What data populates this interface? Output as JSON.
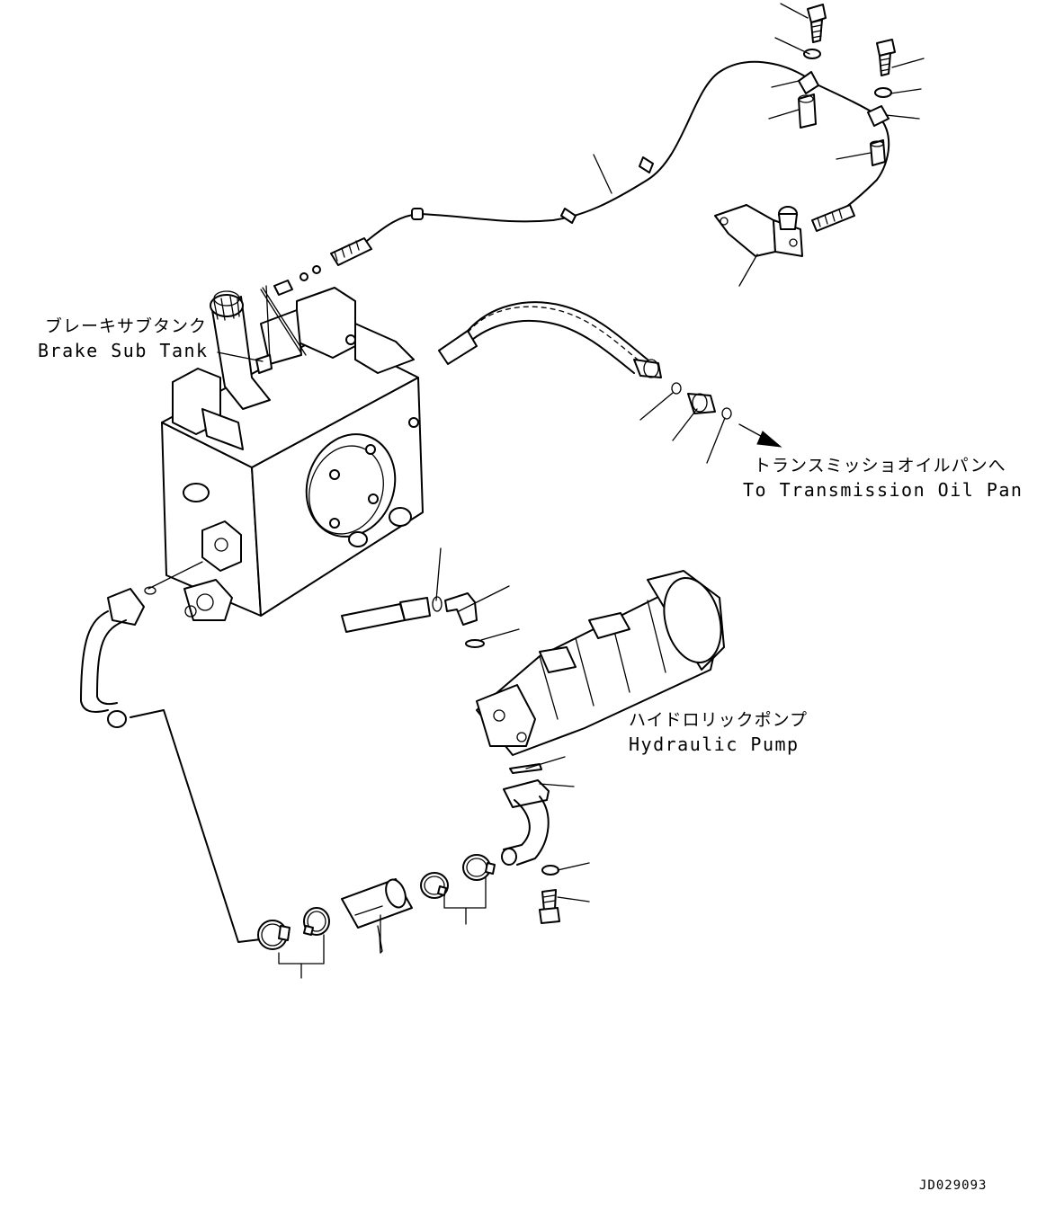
{
  "labels": {
    "brake_sub_tank_ja": "ブレーキサブタンク",
    "brake_sub_tank_en": "Brake Sub Tank",
    "transmission_ja": "トランスミッショオイルパンへ",
    "transmission_en": "To Transmission Oil Pan",
    "hydraulic_pump_ja": "ハイドロリックポンプ",
    "hydraulic_pump_en": "Hydraulic Pump",
    "drawing_id": "JD029093"
  },
  "icons": [
    "arrow-right-icon"
  ]
}
